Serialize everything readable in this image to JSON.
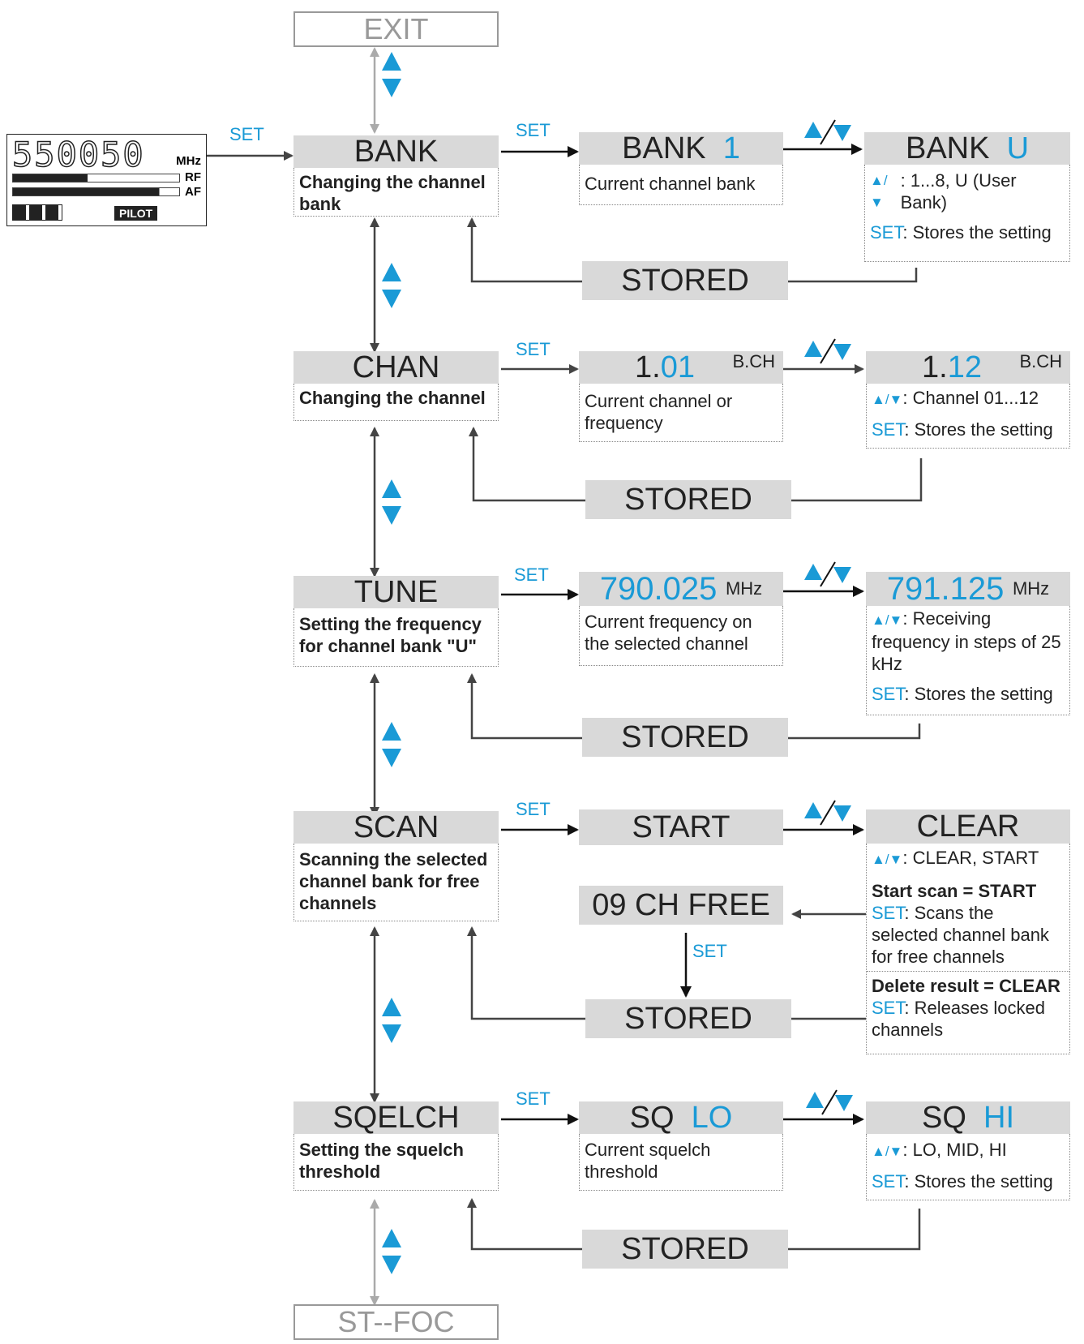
{
  "colors": {
    "accent": "#1a9ad6",
    "header_bg": "#d9d9d9",
    "line": "#555555",
    "disabled": "#999999"
  },
  "lcd": {
    "digits": "550050",
    "unit": "MHz",
    "rf": "RF",
    "af": "AF",
    "pilot": "PILOT"
  },
  "labels": {
    "set": "SET"
  },
  "exit": "EXIT",
  "st_foc": "ST--FOC",
  "stored": "STORED",
  "bank": {
    "menu": "BANK",
    "desc": "Changing the channel bank",
    "cur_word": "BANK",
    "cur_val": "1",
    "cur_desc": "Current channel bank",
    "new_word": "BANK",
    "new_val": "U",
    "new_desc": ": 1...8, U (User Bank)",
    "new_set": ": Stores the setting"
  },
  "chan": {
    "menu": "CHAN",
    "desc": "Changing the channel",
    "cur_pre": "1.",
    "cur_val": "01",
    "cur_suffix": "B.CH",
    "cur_desc": "Current channel or frequency",
    "new_pre": "1.",
    "new_val": "12",
    "new_suffix": "B.CH",
    "new_desc": ": Channel  01...12",
    "new_set": ": Stores the setting"
  },
  "tune": {
    "menu": "TUNE",
    "desc": "Setting the frequency for channel bank \"U\"",
    "cur_val": "790.025",
    "cur_unit": "MHz",
    "cur_desc": "Current frequency on the selected channel",
    "new_val": "791.125",
    "new_unit": "MHz",
    "new_desc": ": Receiving frequency in steps of 25 kHz",
    "new_set": ": Stores the setting"
  },
  "scan": {
    "menu": "SCAN",
    "desc": "Scanning the selected channel bank for free channels",
    "start": "START",
    "clear": "CLEAR",
    "clear_desc": ": CLEAR, START",
    "free": "09 CH FREE",
    "start_title": "Start scan = START",
    "start_set": ": Scans the selected channel bank for free channels",
    "delete_title": "Delete result = CLEAR",
    "delete_set": ": Releases locked channels"
  },
  "sqelch": {
    "menu": "SQELCH",
    "desc": "Setting the squelch threshold",
    "cur_word": "SQ",
    "cur_val": "LO",
    "cur_desc": "Current squelch threshold",
    "new_word": "SQ",
    "new_val": "HI",
    "new_desc": ":  LO, MID, HI",
    "new_set": ": Stores the setting"
  }
}
